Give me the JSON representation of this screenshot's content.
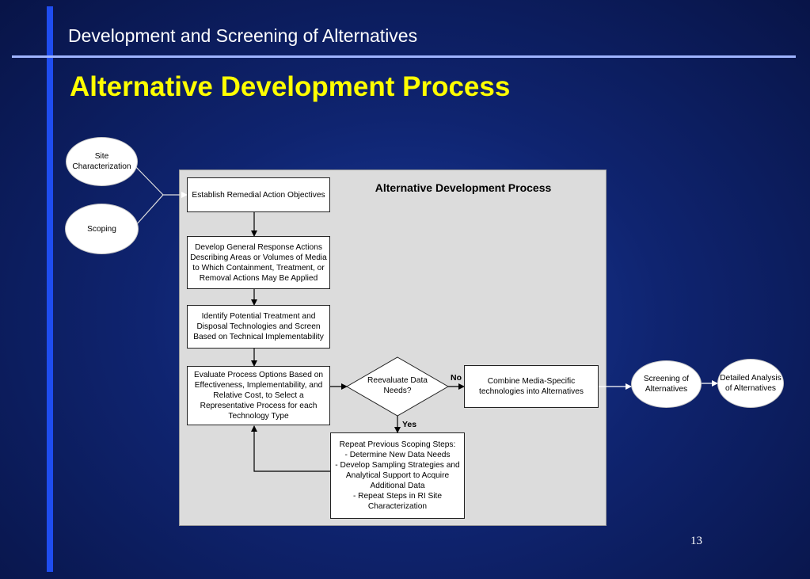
{
  "header": {
    "title": "Development and Screening of Alternatives"
  },
  "slide": {
    "title": "Alternative Development Process",
    "page_number": "13"
  },
  "diagram": {
    "panel_title": "Alternative Development Process",
    "inputs": {
      "site": "Site Characterization",
      "scoping": "Scoping"
    },
    "steps": {
      "objectives": "Establish Remedial Action Objectives",
      "general_response": "Develop General Response Actions Describing Areas or Volumes of Media to Which Containment, Treatment, or Removal Actions May Be Applied",
      "identify": "Identify Potential Treatment and Disposal Technologies and Screen Based on Technical Implementability",
      "evaluate": "Evaluate Process Options Based on Effectiveness, Implementability, and Relative Cost, to Select a Representative Process for each Technology Type",
      "decision": "Reevaluate Data Needs?",
      "combine": "Combine Media-Specific technologies into Alternatives",
      "repeat": "Repeat Previous Scoping Steps:\n- Determine New Data Needs\n- Develop Sampling Strategies and Analytical Support to Acquire Additional Data\n- Repeat Steps in RI Site Characterization"
    },
    "branch_labels": {
      "no": "No",
      "yes": "Yes"
    },
    "outputs": {
      "screening": "Screening of Alternatives",
      "detailed": "Detailed Analysis of Alternatives"
    }
  }
}
